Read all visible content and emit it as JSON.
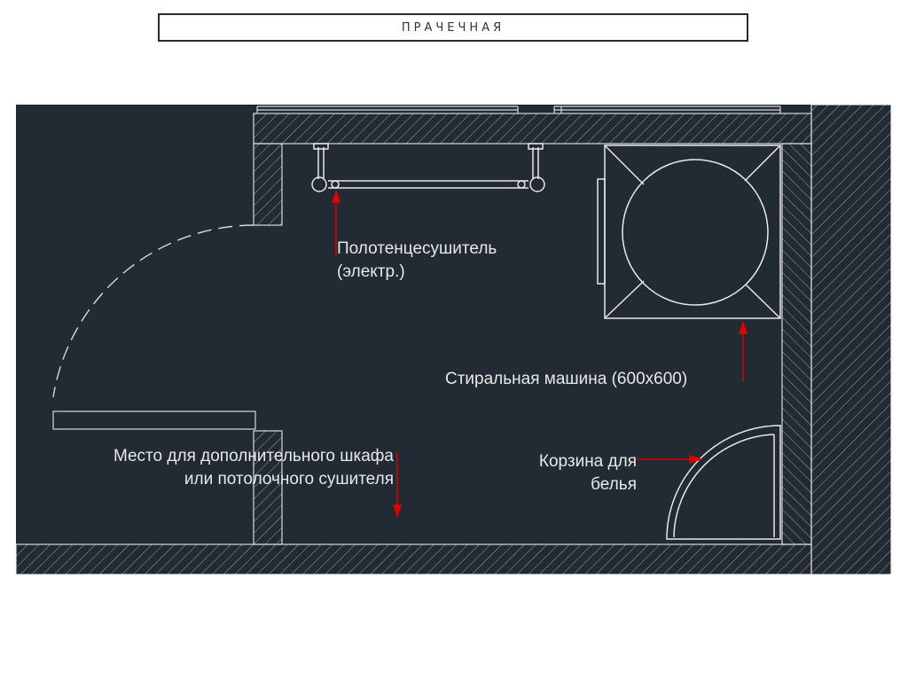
{
  "title": "ПРАЧЕЧНАЯ",
  "labels": {
    "towel_dryer_line1": "Полотенцесушитель",
    "towel_dryer_line2": "(электр.)",
    "washer": "Стиральная машина (600х600)",
    "cabinet_line1": "Место для дополнительного шкафа",
    "cabinet_line2": "или потолочного сушителя",
    "basket_line1": "Корзина для",
    "basket_line2": "белья"
  },
  "colors": {
    "background": "#222a33",
    "lines": "#d9d9d9",
    "arrows": "#e00000",
    "title_border": "#2a2a2a"
  }
}
